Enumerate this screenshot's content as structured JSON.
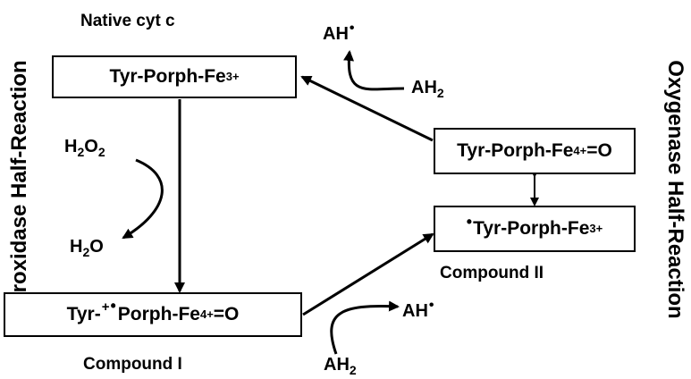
{
  "side_labels": {
    "left": "Peroxidase Half-Reaction",
    "right": "Oxygenase Half-Reaction"
  },
  "states": {
    "native": {
      "caption": "Native cyt c",
      "label": "Tyr-Porph-Fe",
      "sup": "3+"
    },
    "compound_i": {
      "caption": "Compound I",
      "tyr": "Tyr-",
      "charge": "+",
      "porph": "Porph-Fe",
      "sup": "4+",
      "tail": "=O"
    },
    "compound_ii_oxo": {
      "label": "Tyr-Porph-Fe",
      "sup": "4+",
      "tail": "=O"
    },
    "compound_ii_radical": {
      "caption": "Compound II",
      "label": "Tyr-Porph-Fe",
      "sup": "3+"
    }
  },
  "species": {
    "h2o2": {
      "base": "H",
      "sub1": "2",
      "mid": "O",
      "sub2": "2"
    },
    "h2o": {
      "base": "H",
      "sub": "2",
      "tail": "O"
    },
    "ah2_top": {
      "base": "AH",
      "sub": "2"
    },
    "ah_top": {
      "base": "AH"
    },
    "ah2_bottom": {
      "base": "AH",
      "sub": "2"
    },
    "ah_bottom": {
      "base": "AH"
    }
  },
  "symbols": {
    "radical": "•"
  }
}
